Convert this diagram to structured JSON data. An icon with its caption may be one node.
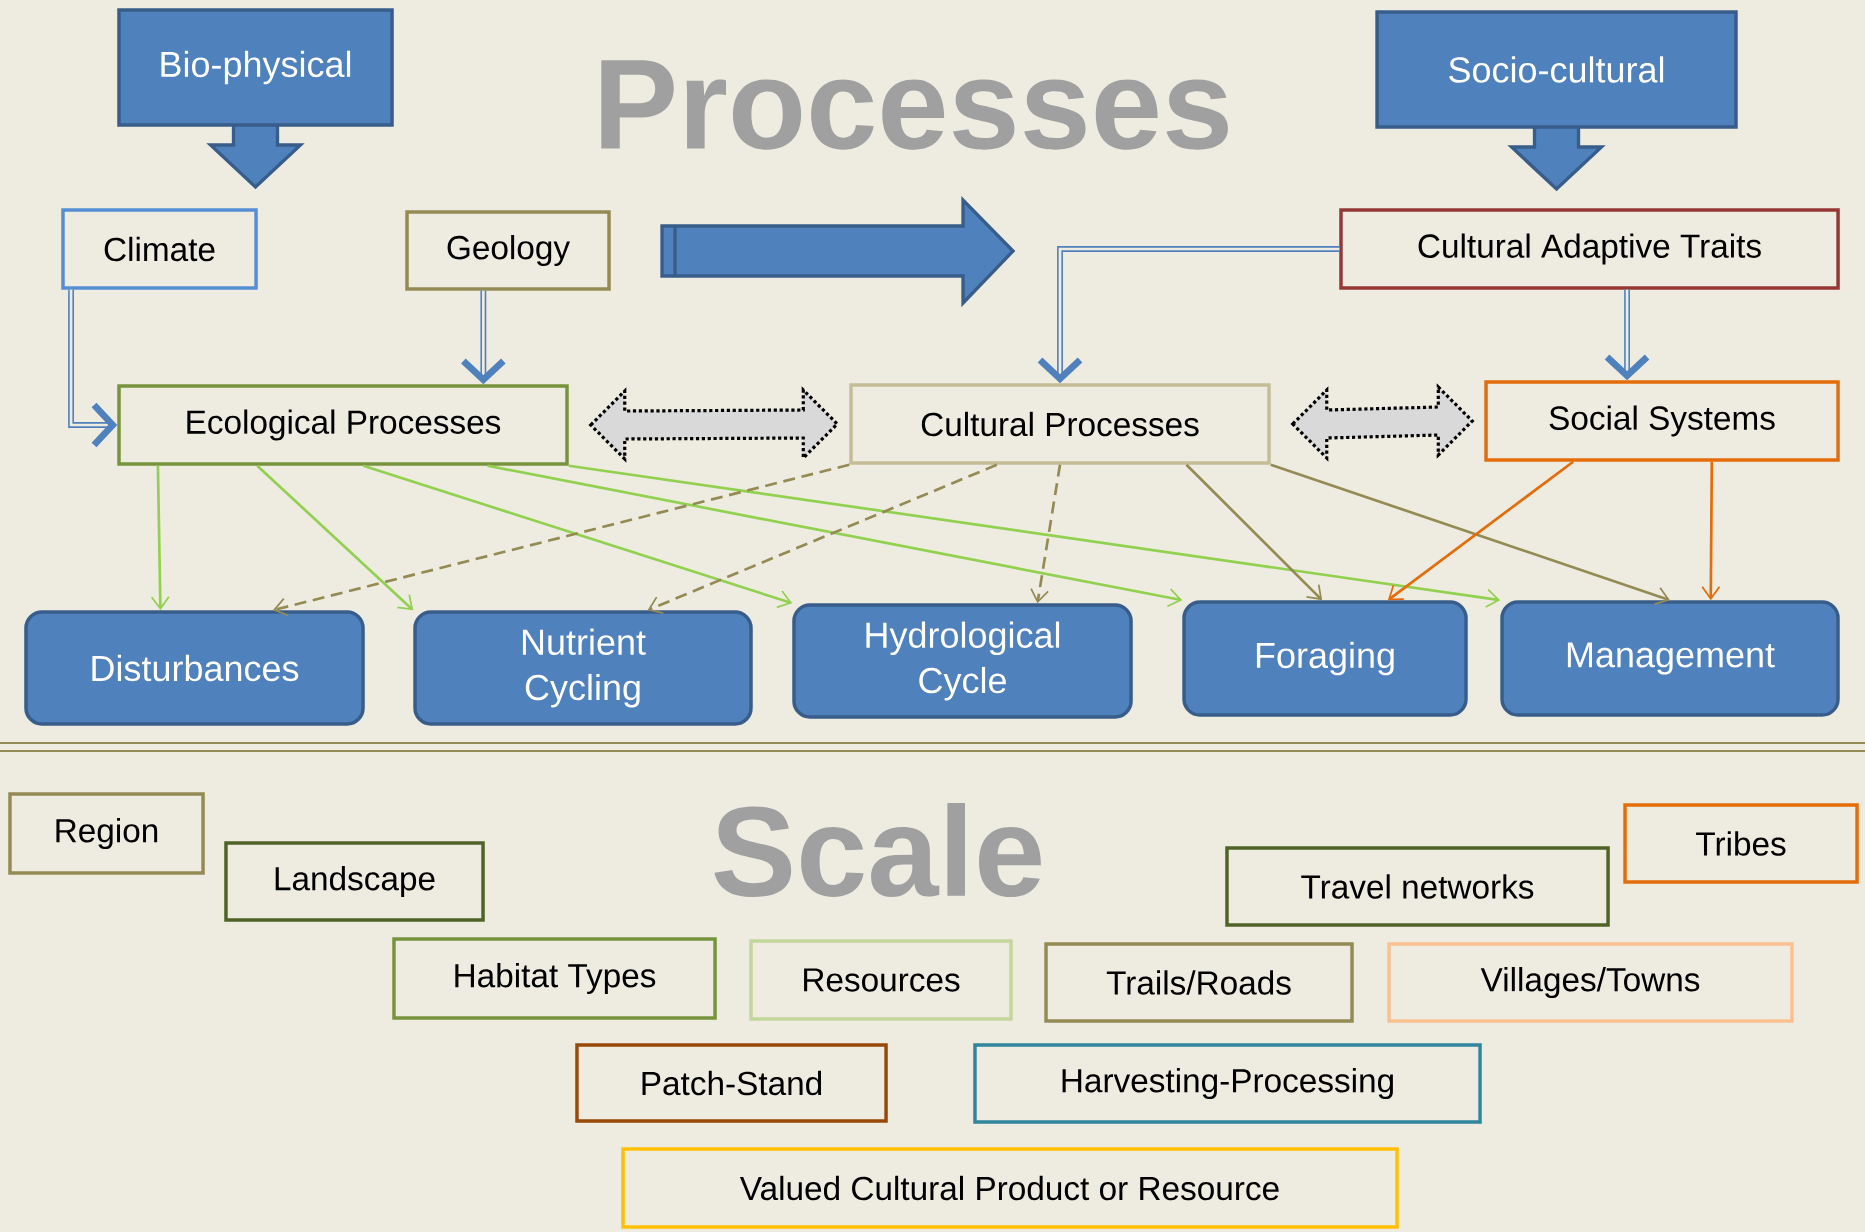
{
  "diagram": {
    "nodes": [
      {
        "text": [
          "Bio-physical"
        ]
      },
      {
        "text": [
          "Socio-cultural"
        ]
      },
      {
        "text": [
          "Climate"
        ]
      },
      {
        "text": [
          "Geology"
        ]
      },
      {
        "text": [
          "Cultural Adaptive Traits"
        ]
      },
      {
        "text": [
          "Ecological Processes"
        ]
      },
      {
        "text": [
          "Cultural Processes"
        ]
      },
      {
        "text": [
          "Social Systems"
        ]
      },
      {
        "text": [
          "Disturbances"
        ]
      },
      {
        "text": [
          "Nutrient Cycling"
        ]
      },
      {
        "text": [
          "Hydrological Cycle"
        ]
      },
      {
        "text": [
          "Foraging"
        ]
      },
      {
        "text": [
          "Management"
        ]
      },
      {
        "text": [
          "Region"
        ]
      },
      {
        "text": [
          "Landscape"
        ]
      },
      {
        "text": [
          "Habitat Types"
        ]
      },
      {
        "text": [
          "Resources"
        ]
      },
      {
        "text": [
          "Patch-Stand"
        ]
      },
      {
        "text": [
          "Tribes"
        ]
      },
      {
        "text": [
          "Travel networks"
        ]
      },
      {
        "text": [
          "Trails/Roads"
        ]
      },
      {
        "text": [
          "Villages/Towns"
        ]
      },
      {
        "text": [
          "Harvesting-Processing"
        ]
      },
      {
        "text": [
          "Valued Cultural Product or Resource"
        ]
      }
    ],
    "edges": [
      {
        "from": 2,
        "to": 5,
        "arrow": "to",
        "style": "thick",
        "color": "#4f81bd"
      },
      {
        "from": 3,
        "to": 5,
        "arrow": "to",
        "style": "thick",
        "color": "#4f81bd"
      },
      {
        "from": 4,
        "to": 6,
        "arrow": "to",
        "style": "thick",
        "color": "#4f81bd"
      },
      {
        "from": 4,
        "to": 7,
        "arrow": "to",
        "style": "thick",
        "color": "#4f81bd"
      },
      {
        "from": 5,
        "to": 6,
        "arrow": "both",
        "style": "dashed",
        "color": "#000000"
      },
      {
        "from": 6,
        "to": 7,
        "arrow": "both",
        "style": "dashed",
        "color": "#000000"
      },
      {
        "from": 5,
        "to": 8,
        "arrow": "to",
        "color": "#92d050"
      },
      {
        "from": 5,
        "to": 9,
        "arrow": "to",
        "color": "#92d050"
      },
      {
        "from": 5,
        "to": 10,
        "arrow": "to",
        "color": "#92d050"
      },
      {
        "from": 5,
        "to": 11,
        "arrow": "to",
        "color": "#92d050"
      },
      {
        "from": 5,
        "to": 12,
        "arrow": "to",
        "color": "#92d050"
      },
      {
        "from": 6,
        "to": 8,
        "arrow": "to",
        "style": "dashed",
        "color": "#948a54"
      },
      {
        "from": 6,
        "to": 9,
        "arrow": "to",
        "style": "dashed",
        "color": "#948a54"
      },
      {
        "from": 6,
        "to": 10,
        "arrow": "to",
        "style": "dashed",
        "color": "#948a54"
      },
      {
        "from": 6,
        "to": 11,
        "arrow": "to",
        "color": "#948a54"
      },
      {
        "from": 6,
        "to": 12,
        "arrow": "to",
        "color": "#948a54"
      },
      {
        "from": 7,
        "to": 11,
        "arrow": "to",
        "color": "#e46c0a"
      },
      {
        "from": 7,
        "to": 12,
        "arrow": "to",
        "color": "#e46c0a"
      }
    ],
    "labels": [
      "Processes",
      "Scale"
    ]
  }
}
